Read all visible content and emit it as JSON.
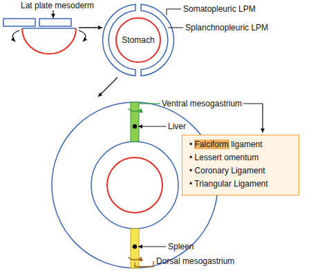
{
  "diagram": {
    "nodes": [
      {
        "text": [
          "Stomach"
        ]
      },
      {
        "text": [
          "• Falciform ligament",
          "• Lessert omentum",
          "• Coronary Ligament",
          "• Triangular Ligament"
        ]
      }
    ],
    "labels": [
      "Lat plate mesoderm",
      "Somatopleuric LPM",
      "Splanchnopleuric LPM",
      "Ventral mesogastrium",
      "Liver",
      "Spleen",
      "Dorsal mesogastrium"
    ]
  }
}
